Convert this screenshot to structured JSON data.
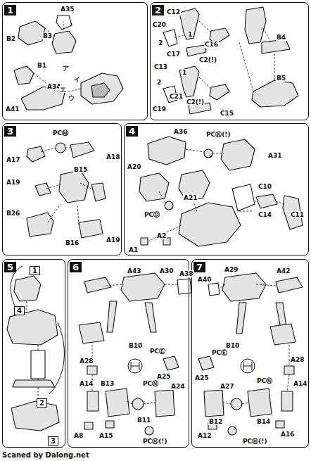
{
  "diagram": {
    "nodes": [
      {
        "text": [
          "1"
        ]
      },
      {
        "text": [
          "2"
        ]
      },
      {
        "text": [
          "3"
        ]
      },
      {
        "text": [
          "4"
        ]
      },
      {
        "text": [
          "5"
        ]
      },
      {
        "text": [
          "6"
        ]
      },
      {
        "text": [
          "7"
        ]
      }
    ],
    "labels": [
      "A35",
      "B2",
      "B3",
      "B1",
      "A34",
      "A41",
      "ア",
      "イ",
      "ウ",
      "エ",
      "C12",
      "C20",
      "2",
      "1",
      "C17",
      "C16",
      "C2(!)",
      "B4",
      "C13",
      "1",
      "2",
      "C21",
      "C19",
      "C2(!)",
      "C15",
      "B5",
      "PCⓂ",
      "A17",
      "A18",
      "A19",
      "B15",
      "B26",
      "B16",
      "A19",
      "A36",
      "PCⓀ(!)",
      "A31",
      "A20",
      "A21",
      "PCⒹ",
      "C10",
      "C14",
      "C11",
      "A2",
      "A1",
      "1",
      "4",
      "2",
      "3",
      "A43",
      "A30",
      "A38",
      "B10",
      "PCⒺ",
      "A25",
      "A24",
      "A28",
      "A14",
      "PCⓃ",
      "B13",
      "B11",
      "PCⒽ(!)",
      "A8",
      "A15",
      "A29",
      "A42",
      "A40",
      "B10",
      "PCⒺ",
      "A25",
      "A27",
      "A28",
      "A14",
      "PCⓃ",
      "B12",
      "B14",
      "PCⒽ(!)",
      "A12",
      "A16",
      "Scaned by Dalong.net"
    ]
  }
}
